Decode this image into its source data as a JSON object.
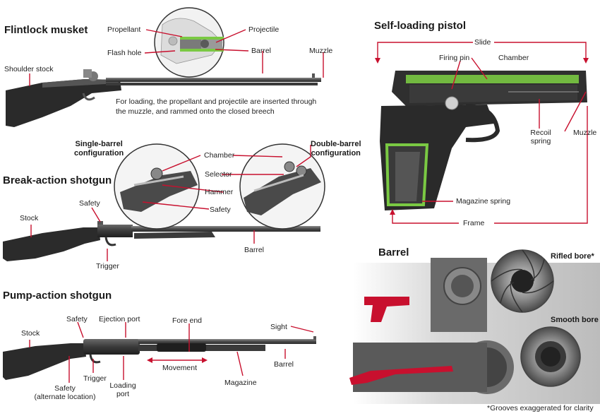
{
  "colors": {
    "accent_red": "#c8102e",
    "green": "#7ac943",
    "gun_dark": "#2b2b2b",
    "gun_mid": "#4a4a4a"
  },
  "flintlock": {
    "title": "Flintlock musket",
    "labels": {
      "propellant": "Propellant",
      "projectile": "Projectile",
      "flash_hole": "Flash hole",
      "barrel": "Barrel",
      "muzzle": "Muzzle",
      "shoulder_stock": "Shoulder stock"
    },
    "note_line1": "For loading, the propellant and projectile are inserted through",
    "note_line2": "the muzzle, and rammed onto the closed breech"
  },
  "break_action": {
    "title": "Break-action shotgun",
    "single_line1": "Single-barrel",
    "single_line2": "configuration",
    "double_line1": "Double-barrel",
    "double_line2": "configuration",
    "labels": {
      "chamber": "Chamber",
      "selector": "Selector",
      "hammer": "Hammer",
      "safety_inset": "Safety",
      "safety": "Safety",
      "stock": "Stock",
      "trigger": "Trigger",
      "barrel": "Barrel"
    }
  },
  "pump_action": {
    "title": "Pump-action shotgun",
    "labels": {
      "safety": "Safety",
      "ejection_port": "Ejection port",
      "fore_end": "Fore end",
      "sight": "Sight",
      "stock": "Stock",
      "barrel": "Barrel",
      "movement": "Movement",
      "trigger": "Trigger",
      "safety_alt_line1": "Safety",
      "safety_alt_line2": "(alternate location)",
      "loading_port_line1": "Loading",
      "loading_port_line2": "port",
      "magazine": "Magazine"
    }
  },
  "pistol": {
    "title": "Self-loading pistol",
    "labels": {
      "slide": "Slide",
      "firing_pin": "Firing pin",
      "chamber": "Chamber",
      "recoil_spring_line1": "Recoil",
      "recoil_spring_line2": "spring",
      "muzzle": "Muzzle",
      "magazine_spring": "Magazine spring",
      "frame": "Frame"
    }
  },
  "barrel_section": {
    "title": "Barrel",
    "rifled_bore": "Rifled bore*",
    "smooth_bore": "Smooth bore",
    "footnote": "*Grooves exaggerated for clarity"
  }
}
